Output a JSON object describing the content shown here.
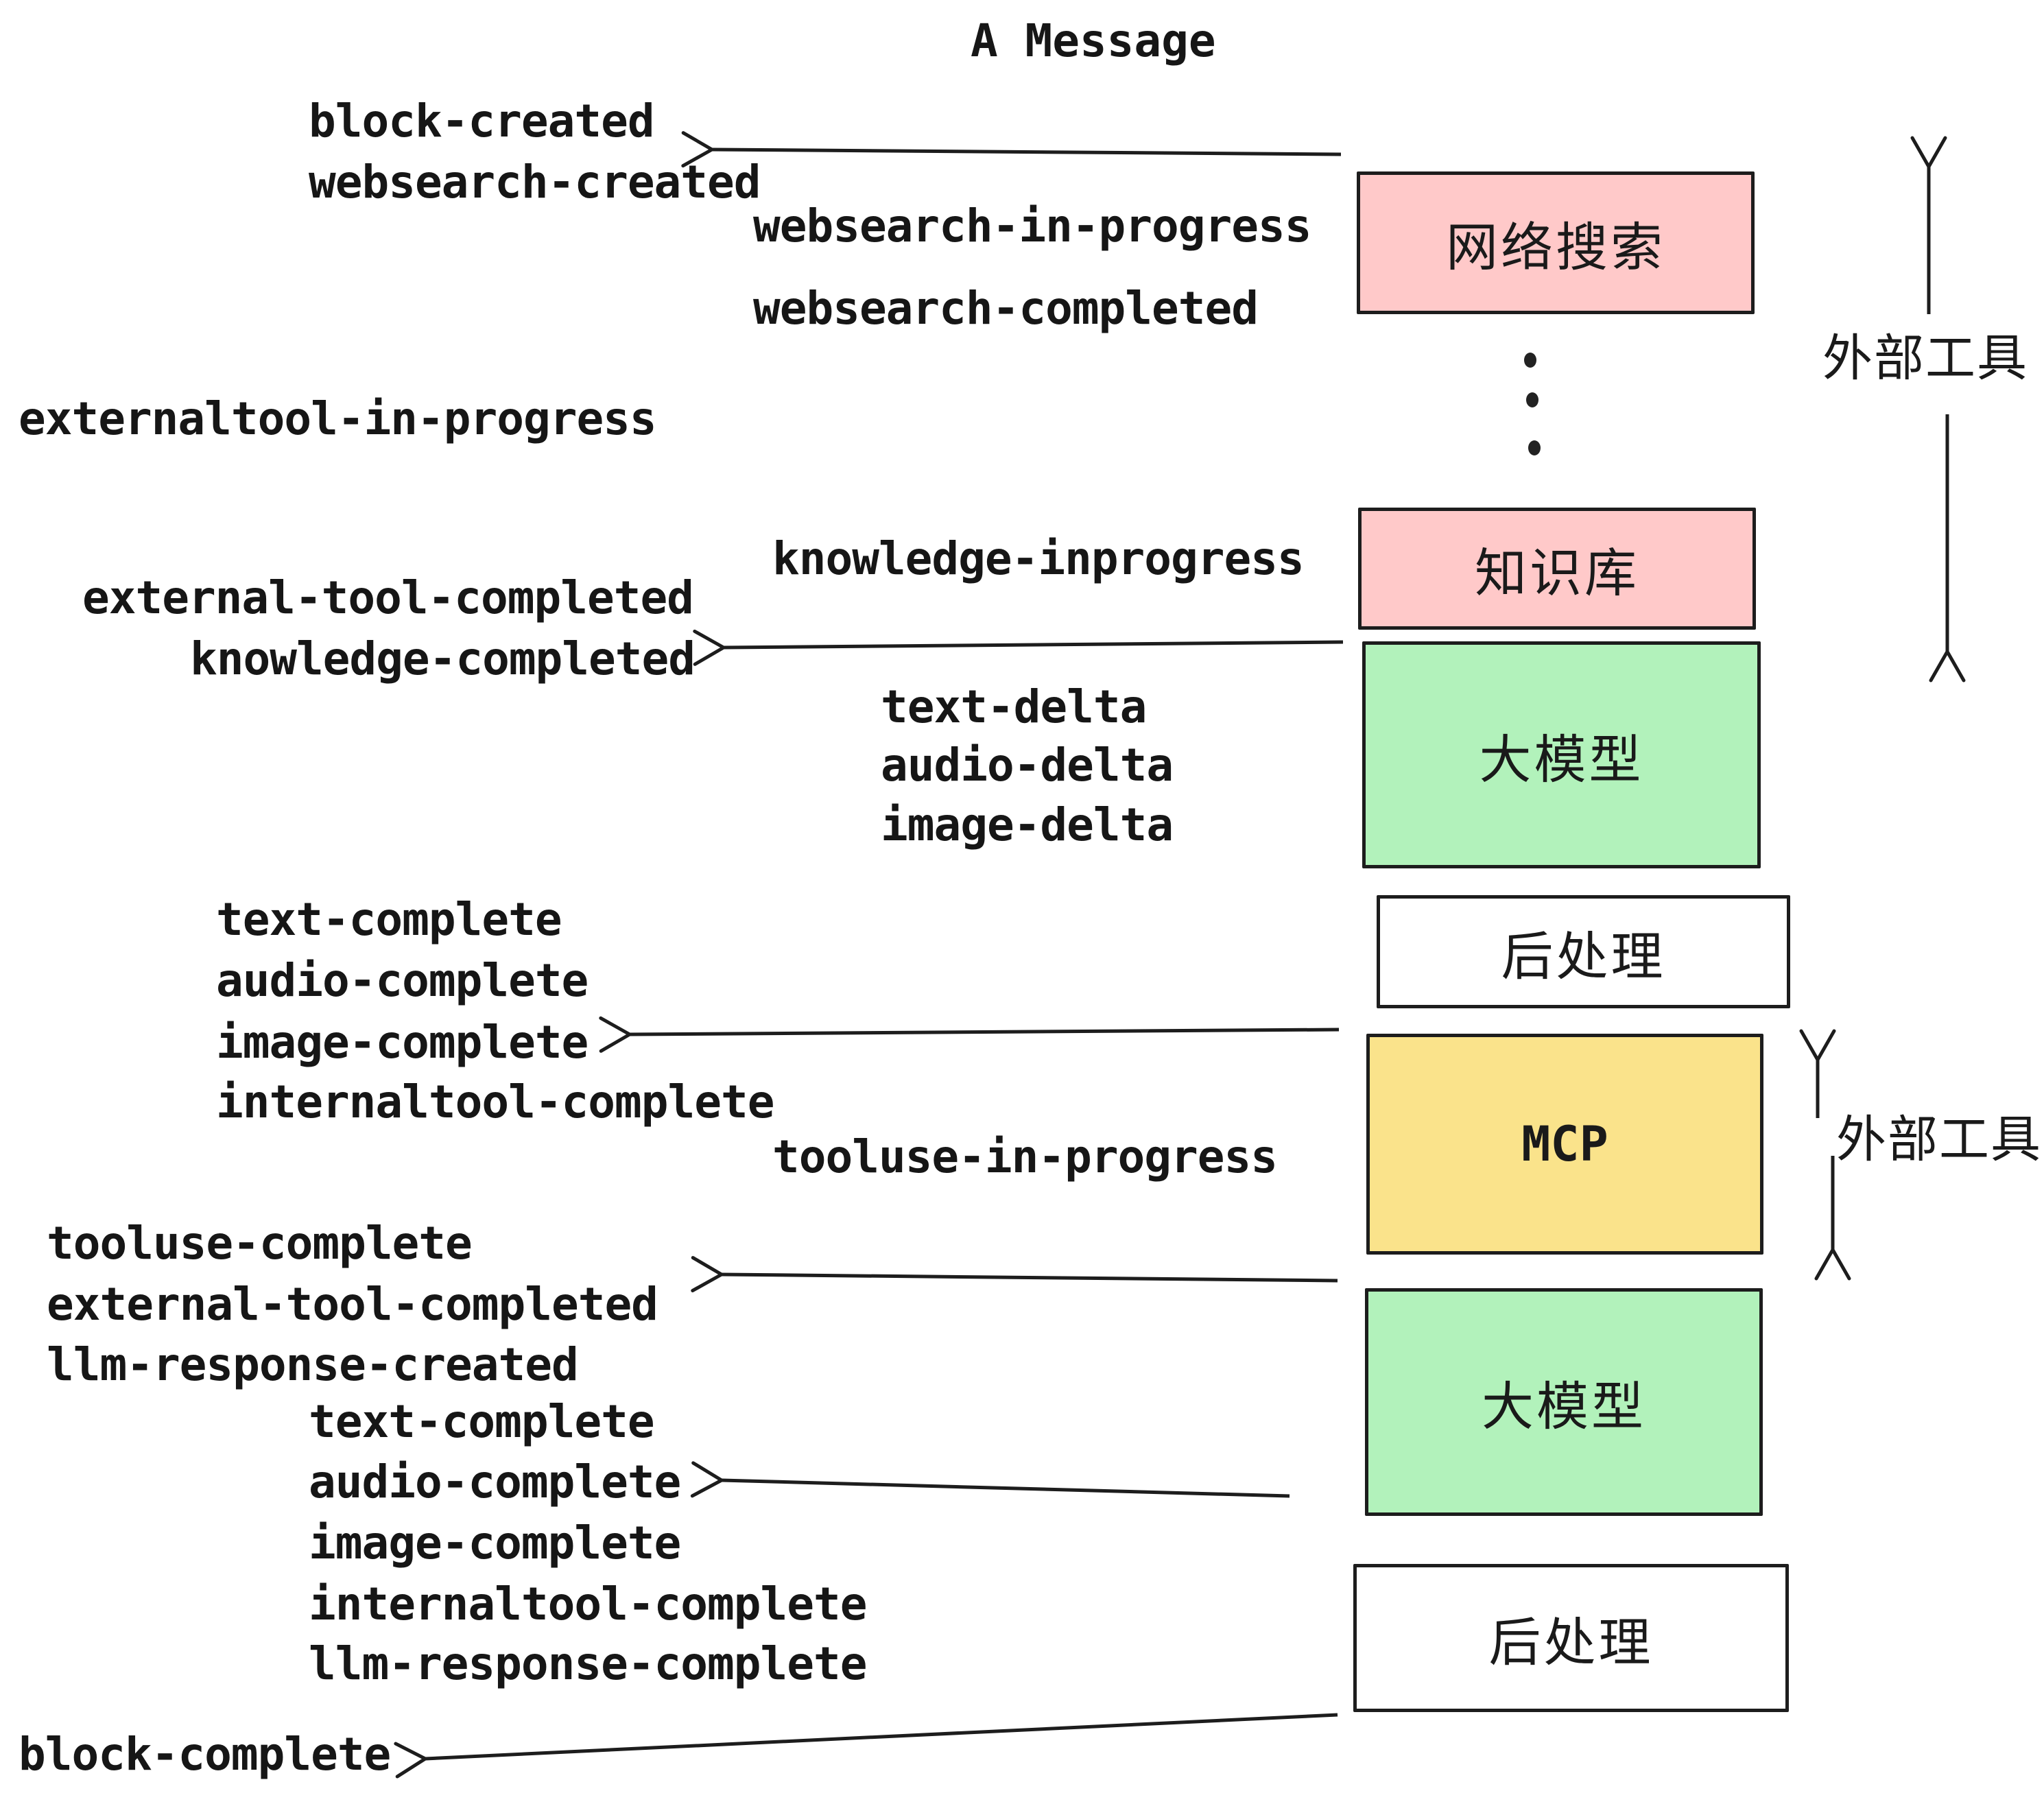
{
  "title": "A Message",
  "events": {
    "block_created": "block-created",
    "websearch_created": "websearch-created",
    "websearch_in_progress": "websearch-in-progress",
    "websearch_completed": "websearch-completed",
    "externaltool_in_progress": "externaltool-in-progress",
    "knowledge_inprogress": "knowledge-inprogress",
    "external_tool_completed": "external-tool-completed",
    "knowledge_completed": "knowledge-completed",
    "text_delta": "text-delta",
    "audio_delta": "audio-delta",
    "image_delta": "image-delta",
    "text_complete": "text-complete",
    "audio_complete": "audio-complete",
    "image_complete": "image-complete",
    "internaltool_complete": "internaltool-complete",
    "tooluse_in_progress": "tooluse-in-progress",
    "tooluse_complete": "tooluse-complete",
    "llm_response_created": "llm-response-created",
    "llm_response_complete": "llm-response-complete",
    "block_complete": "block-complete"
  },
  "boxes": {
    "websearch": "网络搜索",
    "knowledge": "知识库",
    "llm": "大模型",
    "post_process": "后处理",
    "mcp": "MCP"
  },
  "side_labels": {
    "external_tools": "外部工具"
  },
  "colors": {
    "pink": "#FFC9C9",
    "green": "#B2F2BB",
    "yellow": "#FAE38B",
    "box_border": "#1D1D1D",
    "text": "#161616",
    "background": "#FFFFFF"
  }
}
